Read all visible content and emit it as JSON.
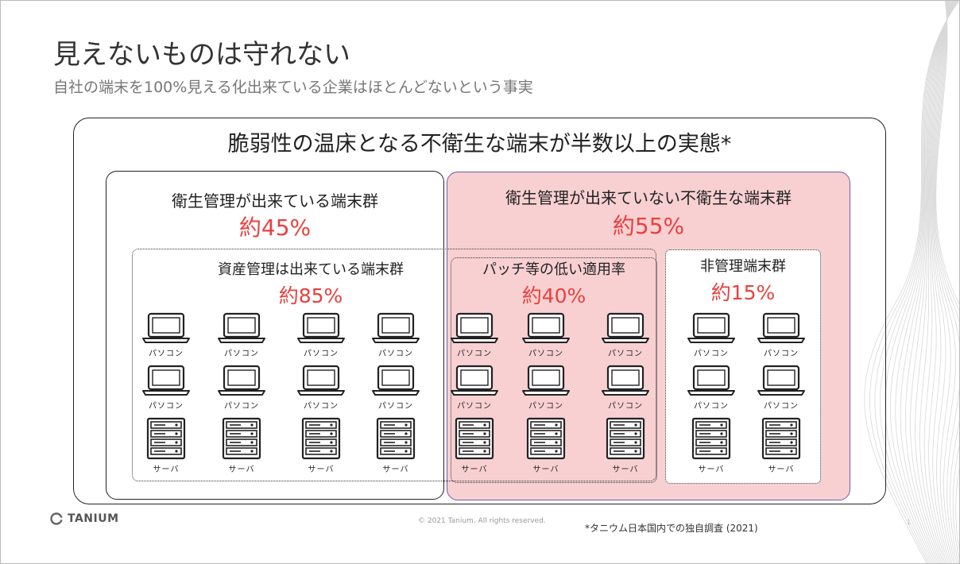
{
  "slide": {
    "title": "見えないものは守れない",
    "subtitle": "自社の端末を100%見える化出来ている企業はほとんどないという事実"
  },
  "diagram": {
    "heading": "脆弱性の温床となる不衛生な端末が半数以上の実態*",
    "managed": {
      "label": "衛生管理が出来ている端末群",
      "percent": "約45%"
    },
    "unmanaged": {
      "label": "衛生管理が出来ていない不衛生な端末群",
      "percent": "約55%"
    },
    "asset_managed": {
      "label": "資産管理は出来ている端末群",
      "percent": "約85%"
    },
    "patch_low": {
      "label": "パッチ等の低い適用率",
      "percent": "約40%"
    },
    "non_managed": {
      "label": "非管理端末群",
      "percent": "約15%"
    },
    "device_labels": {
      "pc": "パソコン",
      "server": "サーバ"
    }
  },
  "footer": {
    "logo": "TANIUM",
    "copyright": "© 2021 Tanium. All rights reserved.",
    "footnote": "*タニウム日本国内での独自調査 (2021)",
    "page_number": "1"
  }
}
